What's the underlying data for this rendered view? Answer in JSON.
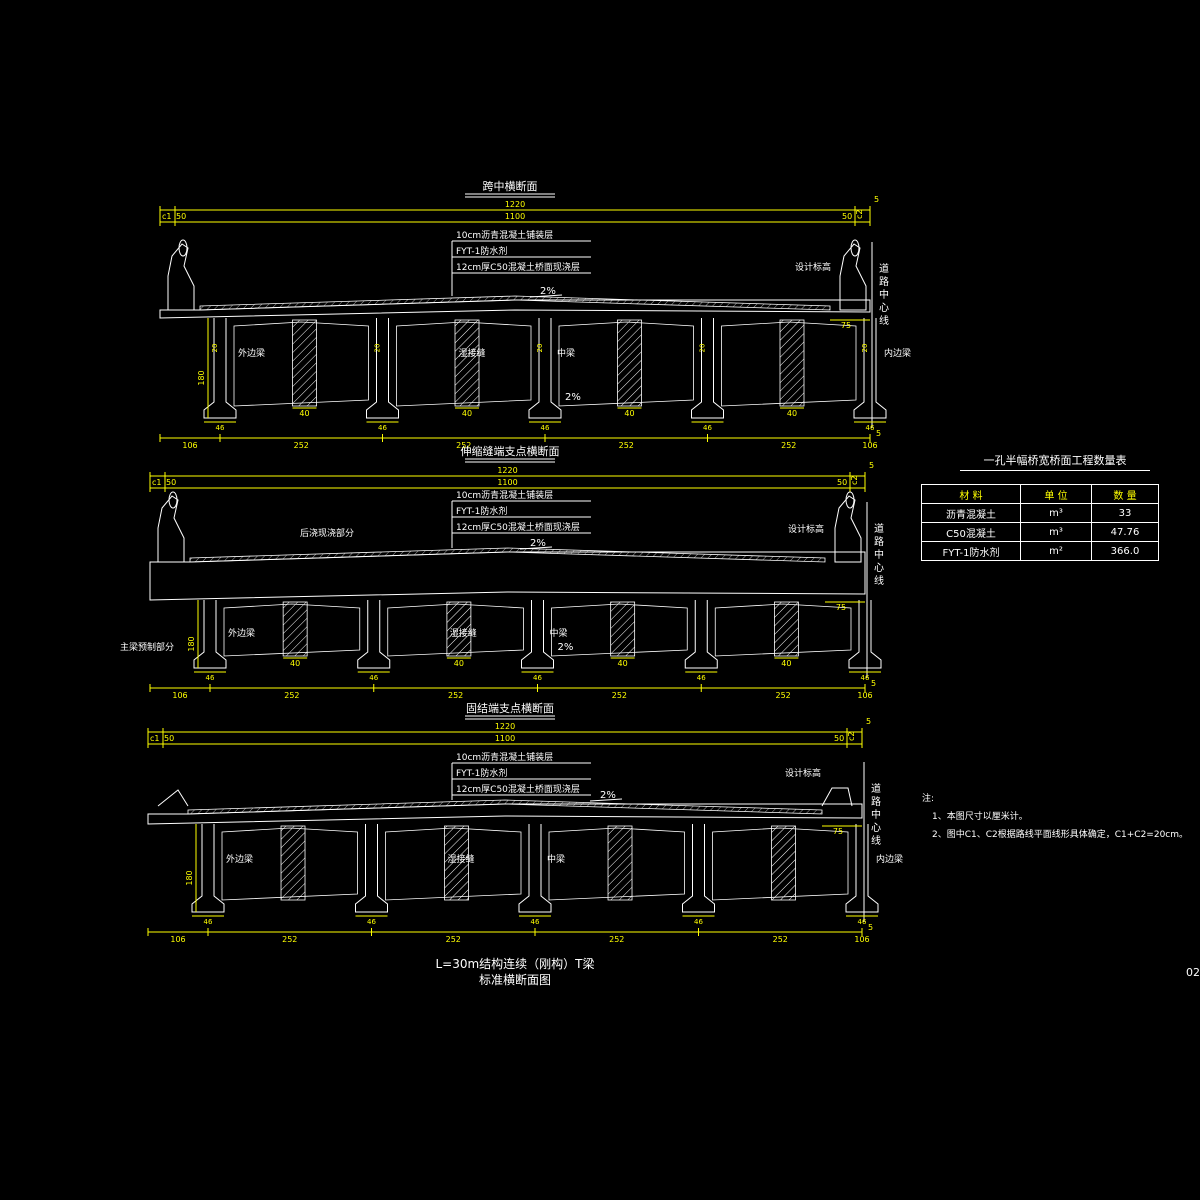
{
  "sections": [
    {
      "title": "跨中横断面",
      "total_width": "1220",
      "inner_width": "1100",
      "edge_left": "50",
      "edge_right": "50",
      "c1": "c1",
      "c2": "c2",
      "offset5": "5",
      "layer1": "10cm沥青混凝土铺装层",
      "layer2": "FYT-1防水剂",
      "layer3": "12cm厚C50混凝土桥面现浇层",
      "slope": "2%",
      "slope_bottom": "2%",
      "design_elev": "设计标高",
      "centerline": "道路中心线",
      "outer_beam": "外边梁",
      "joint": "湿接缝",
      "mid_beam": "中梁",
      "inner_beam": "内边梁",
      "dim_20": "20",
      "dim_180": "180",
      "dim_40": "40",
      "dim_46": "46",
      "dim_75": "75",
      "bottom_dims": [
        "106",
        "252",
        "252",
        "252",
        "252",
        "106"
      ]
    },
    {
      "title": "伸缩缝端支点横断面",
      "total_width": "1220",
      "inner_width": "1100",
      "edge_left": "50",
      "edge_right": "50",
      "c1": "c1",
      "c2": "c2",
      "offset5": "5",
      "layer1": "10cm沥青混凝土铺装层",
      "layer2": "FYT-1防水剂",
      "layer3": "12cm厚C50混凝土桥面现浇层",
      "slope": "2%",
      "slope_bottom": "2%",
      "design_elev": "设计标高",
      "centerline": "道路中心线",
      "cast_part": "后浇现浇部分",
      "precast_part": "主梁预制部分",
      "outer_beam": "外边梁",
      "joint": "湿接缝",
      "mid_beam": "中梁",
      "dim_180": "180",
      "dim_40": "40",
      "dim_46": "46",
      "dim_75": "75",
      "bottom_dims": [
        "106",
        "252",
        "252",
        "252",
        "252",
        "106"
      ]
    },
    {
      "title": "固结端支点横断面",
      "total_width": "1220",
      "inner_width": "1100",
      "edge_left": "50",
      "edge_right": "50",
      "c1": "c1",
      "c2": "c2",
      "offset5": "5",
      "layer1": "10cm沥青混凝土铺装层",
      "layer2": "FYT-1防水剂",
      "layer3": "12cm厚C50混凝土桥面现浇层",
      "slope": "2%",
      "design_elev": "设计标高",
      "centerline": "道路中心线",
      "outer_beam": "外边梁",
      "joint": "湿接缝",
      "mid_beam": "中梁",
      "inner_beam": "内边梁",
      "dim_180": "180",
      "dim_46": "46",
      "dim_75": "75",
      "bottom_dims": [
        "106",
        "252",
        "252",
        "252",
        "252",
        "106"
      ]
    }
  ],
  "quantity_table": {
    "title": "一孔半幅桥宽桥面工程数量表",
    "headers": [
      "材 料",
      "单 位",
      "数 量"
    ],
    "rows": [
      [
        "沥青混凝土",
        "m³",
        "33"
      ],
      [
        "C50混凝土",
        "m³",
        "47.76"
      ],
      [
        "FYT-1防水剂",
        "m²",
        "366.0"
      ]
    ]
  },
  "notes": {
    "label": "注:",
    "items": [
      "1、本图尺寸以厘米计。",
      "2、图中C1、C2根据路线平面线形具体确定，C1+C2=20cm。"
    ]
  },
  "drawing_title": {
    "line1": "L=30m结构连续（刚构）T梁",
    "line2": "标准横断面图"
  },
  "page_number": "02",
  "colors": {
    "structure": "#ffffff",
    "dimension": "#ffff00",
    "label": "#ffffff",
    "background": "#000000"
  }
}
